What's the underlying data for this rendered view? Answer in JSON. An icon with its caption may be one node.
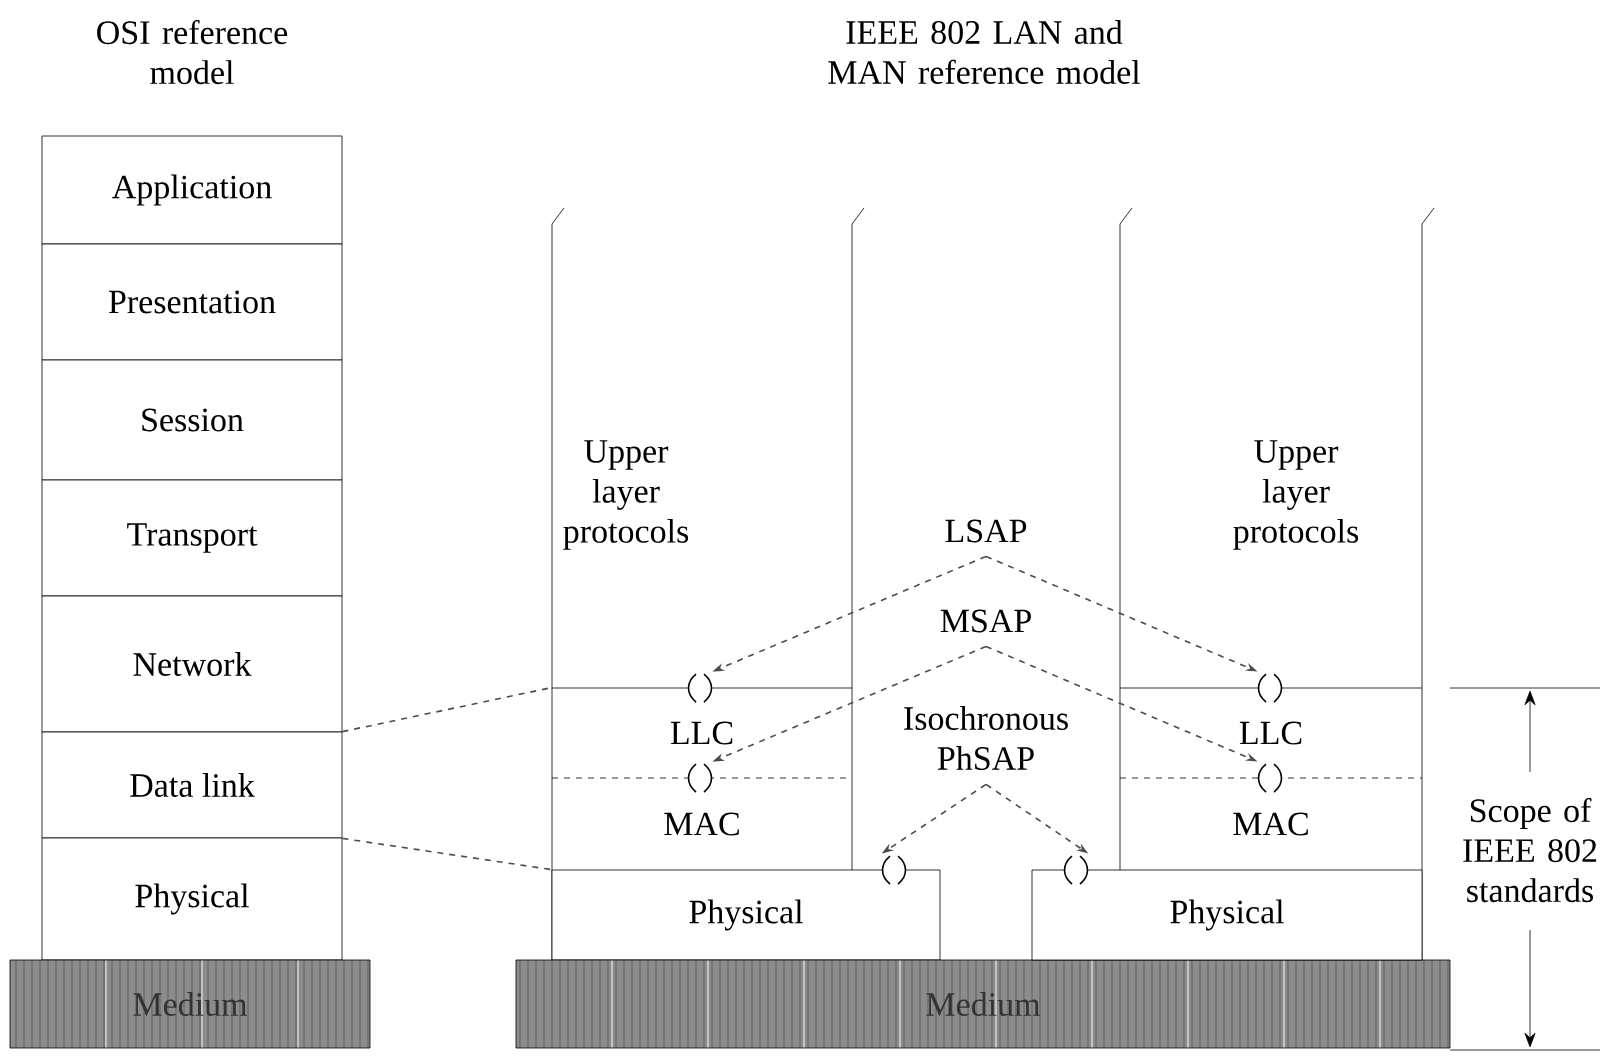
{
  "diagram": {
    "nodes": [
      {
        "text": [
          "Application"
        ]
      },
      {
        "text": [
          "Presentation"
        ]
      },
      {
        "text": [
          "Session"
        ]
      },
      {
        "text": [
          "Transport"
        ]
      },
      {
        "text": [
          "Network"
        ]
      },
      {
        "text": [
          "Data link"
        ]
      },
      {
        "text": [
          "Physical"
        ]
      },
      {
        "text": [
          "Medium"
        ]
      },
      {
        "text": [
          "Upper layer protocols"
        ]
      },
      {
        "text": [
          "LLC"
        ]
      },
      {
        "text": [
          "MAC"
        ]
      },
      {
        "text": [
          "Physical"
        ]
      },
      {
        "text": [
          "Medium"
        ]
      },
      {
        "text": [
          "Upper layer protocols"
        ]
      },
      {
        "text": [
          "LLC"
        ]
      },
      {
        "text": [
          "MAC"
        ]
      },
      {
        "text": [
          "Physical"
        ]
      },
      {
        "text": [
          "LSAP"
        ]
      },
      {
        "text": [
          "MSAP"
        ]
      },
      {
        "text": [
          "Isochronous PhSAP"
        ]
      },
      {
        "text": [],
        "shape": "parentheses"
      },
      {
        "text": [],
        "shape": "parentheses"
      },
      {
        "text": [],
        "shape": "parentheses"
      },
      {
        "text": [],
        "shape": "parentheses"
      },
      {
        "text": [],
        "shape": "parentheses"
      },
      {
        "text": [],
        "shape": "parentheses"
      }
    ],
    "edges": [
      {
        "from": 5,
        "to": 9,
        "arrow": "none",
        "style": "dashed"
      },
      {
        "from": 5,
        "to": 11,
        "arrow": "none",
        "style": "dashed"
      },
      {
        "from": 17,
        "to": 20,
        "arrow": "to",
        "style": "dashed"
      },
      {
        "from": 17,
        "to": 24,
        "arrow": "to",
        "style": "dashed"
      },
      {
        "from": 18,
        "to": 21,
        "arrow": "to",
        "style": "dashed"
      },
      {
        "from": 18,
        "to": 25,
        "arrow": "to",
        "style": "dashed"
      },
      {
        "from": 19,
        "to": 22,
        "arrow": "to",
        "style": "dashed"
      },
      {
        "from": 19,
        "to": 23,
        "arrow": "to",
        "style": "dashed"
      }
    ],
    "labels": [
      "OSI reference model",
      "IEEE 802 LAN and MAN reference model",
      "Scope of IEEE 802 standards"
    ]
  }
}
